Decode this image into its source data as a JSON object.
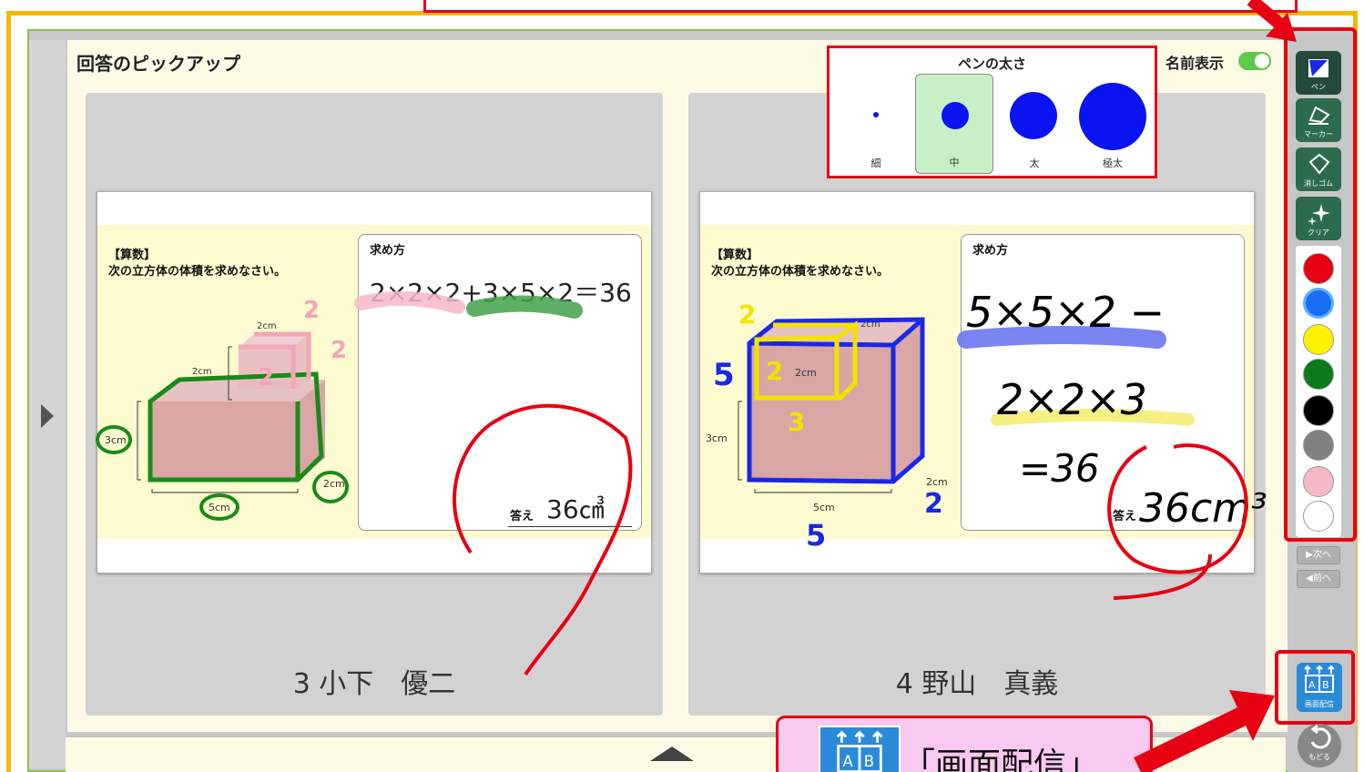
{
  "page_title": "回答のピックアップ",
  "pen_panel": {
    "title": "ペンの太さ",
    "options": [
      {
        "label": "細",
        "selected": false
      },
      {
        "label": "中",
        "selected": true
      },
      {
        "label": "太",
        "selected": false
      },
      {
        "label": "極太",
        "selected": false
      }
    ],
    "dot_color": "#0a14f0"
  },
  "name_display": {
    "label": "名前表示",
    "on": true
  },
  "sheet": {
    "question_tag": "【算数】",
    "question_text": "次の立方体の体積を求めなさい。",
    "answer_box_title": "求め方",
    "answer_label": "答え",
    "dims": {
      "top_w": "2cm",
      "top_d": "2cm",
      "front_h": "3cm",
      "front_w": "5cm",
      "side_d": "2cm"
    }
  },
  "cards": [
    {
      "student": "3 小下　優二",
      "formula": "2×2×2+3×5×2＝36",
      "answer": "36㎤",
      "marks": [
        "2",
        "2",
        "2"
      ]
    },
    {
      "student": "4 野山　真義",
      "marks": [
        "2",
        "2",
        "3",
        "5",
        "2",
        "5"
      ],
      "handwriting": [
        "5×5×2 −",
        "2×2×3",
        "=36",
        "36cm³"
      ]
    }
  ],
  "tools": [
    {
      "name": "pen",
      "label": "ペン"
    },
    {
      "name": "marker",
      "label": "マーカー"
    },
    {
      "name": "eraser",
      "label": "消しゴム"
    },
    {
      "name": "clear",
      "label": "クリア"
    }
  ],
  "colors": [
    "#e60012",
    "#1a6cf0",
    "#fff200",
    "#0a7a1a",
    "#000000",
    "#808080",
    "#f7b8c8",
    "#ffffff"
  ],
  "nav": {
    "next": "▶次へ",
    "prev": "◀前へ"
  },
  "broadcast": {
    "label": "画面配信"
  },
  "back": {
    "label": "もどる"
  },
  "callout_text": "「画面配信」"
}
